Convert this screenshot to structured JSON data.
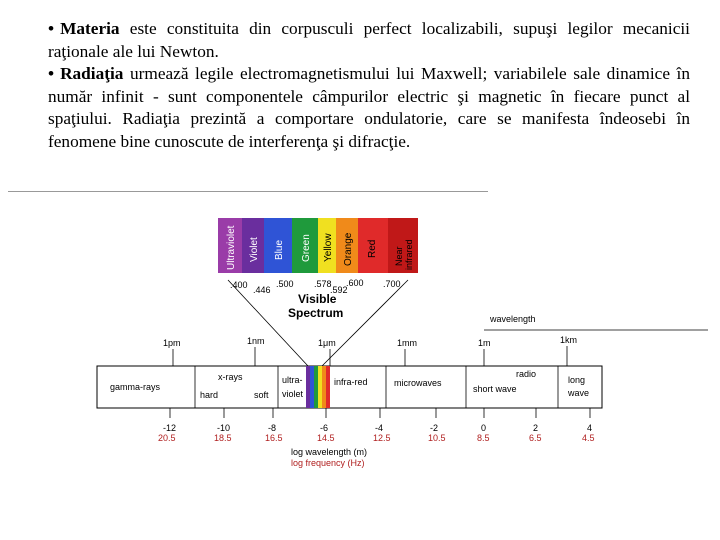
{
  "paragraphs": [
    {
      "bullet": "•",
      "term": "Materia",
      "text": " este constituita din corpusculi perfect localizabili, supuşi legilor mecanicii raţionale ale lui Newton."
    },
    {
      "bullet": "•",
      "term": "Radiaţia",
      "text": " urmează legile electromagnetismului lui Maxwell; variabilele sale dinamice în număr infinit - sunt componentele câmpurilor electric şi magnetic în fiecare punct al spaţiului. Radiaţia prezintă a comportare ondulatorie, care se manifesta îndeosebi în fenomene bine cunoscute de interferenţa şi difracţie."
    }
  ],
  "diagram": {
    "visible_bands": [
      {
        "label": "Ultraviolet",
        "color": "#9a3ca8"
      },
      {
        "label": "Violet",
        "color": "#6a2e9e"
      },
      {
        "label": "Blue",
        "color": "#2f54d6"
      },
      {
        "label": "Green",
        "color": "#1f9a3c"
      },
      {
        "label": "Yellow",
        "color": "#f0e020"
      },
      {
        "label": "Orange",
        "color": "#f08a1a"
      },
      {
        "label": "Red",
        "color": "#e02a2a"
      },
      {
        "label": "Near infrared",
        "color": "#c01818"
      }
    ],
    "visible_ticks": [
      ".400",
      ".446",
      ".500",
      ".578",
      ".592",
      ".600",
      ".700"
    ],
    "visible_title_1": "Visible",
    "visible_title_2": "Spectrum",
    "wavelength_label": "wavelength",
    "scale_labels": [
      "1pm",
      "1nm",
      "1μm",
      "1mm",
      "1m",
      "1km"
    ],
    "regions": [
      "gamma-rays",
      "x-rays",
      "hard",
      "soft",
      "ultra-",
      "violet",
      "infra-red",
      "microwaves",
      "radio",
      "short wave",
      "long",
      "wave"
    ],
    "log_wavelength": [
      "-12",
      "-10",
      "-8",
      "-6",
      "-4",
      "-2",
      "0",
      "2",
      "4"
    ],
    "log_frequency": [
      "20.5",
      "18.5",
      "16.5",
      "14.5",
      "12.5",
      "10.5",
      "8.5",
      "6.5",
      "4.5"
    ],
    "legend_wavelength": "log wavelength (m)",
    "legend_frequency": "log frequency (Hz)",
    "colors": {
      "frequency": "#b02020",
      "rainbow_band": "#ff0000"
    }
  }
}
